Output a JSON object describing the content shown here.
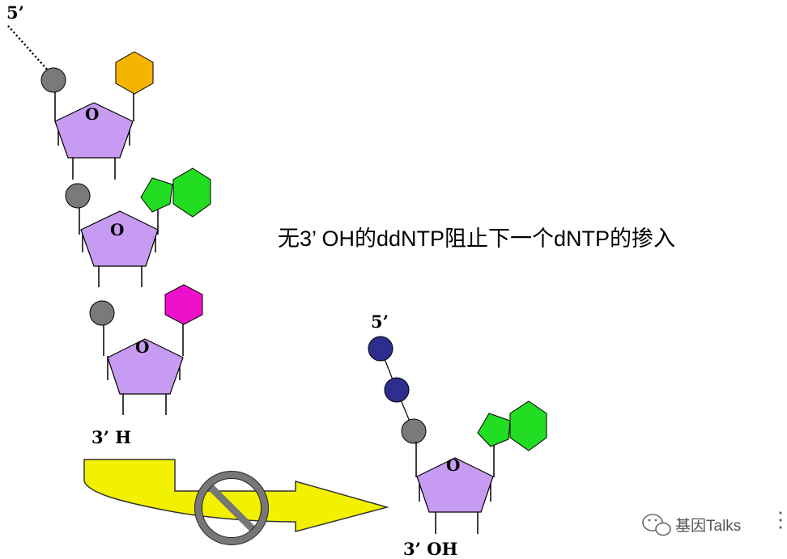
{
  "caption": "无3’ OH的ddNTP阻止下一个dNTP的掺入",
  "labels": {
    "chain_5prime": "5’",
    "chain_3prime": "3’ H",
    "incoming_5prime": "5’",
    "incoming_3prime": "3’ OH",
    "sugar_ring_atom": "O"
  },
  "watermark": {
    "text": "基因Talks",
    "icon": "wechat-icon"
  },
  "colors": {
    "sugar": "#C89BF2",
    "phosphate": "#7A7A7A",
    "phosphate_incoming": "#2E2E8E",
    "base_orange": "#F5B400",
    "base_green": "#22DD22",
    "base_magenta": "#EE11CC",
    "arrow": "#F2F200",
    "block_sign": "#777777"
  }
}
